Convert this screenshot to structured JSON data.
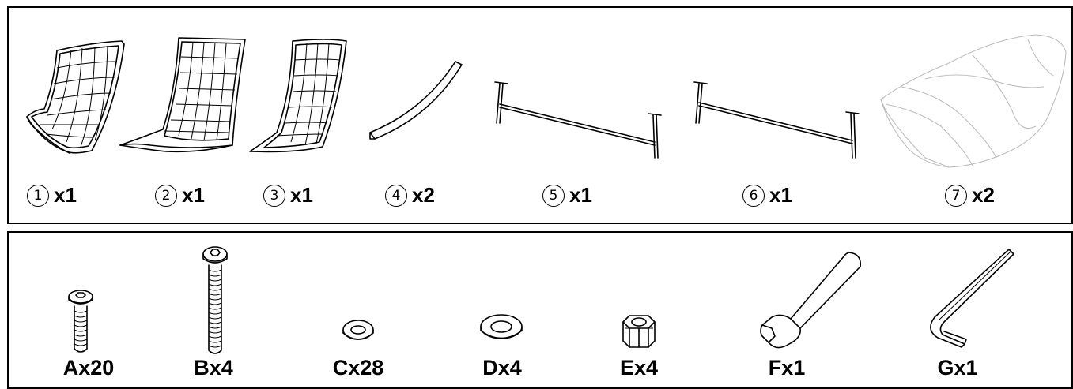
{
  "parts": [
    {
      "id": "part-1",
      "number": "1",
      "qty": "x1",
      "depicts": "seat-frame-left-icon"
    },
    {
      "id": "part-2",
      "number": "2",
      "qty": "x1",
      "depicts": "seat-frame-back-icon"
    },
    {
      "id": "part-3",
      "number": "3",
      "qty": "x1",
      "depicts": "seat-frame-right-icon"
    },
    {
      "id": "part-4",
      "number": "4",
      "qty": "x2",
      "depicts": "curved-rail-icon"
    },
    {
      "id": "part-5",
      "number": "5",
      "qty": "x1",
      "depicts": "crossbar-icon"
    },
    {
      "id": "part-6",
      "number": "6",
      "qty": "x1",
      "depicts": "crossbar-icon"
    },
    {
      "id": "part-7",
      "number": "7",
      "qty": "x2",
      "depicts": "cushion-bag-icon"
    }
  ],
  "hardware": [
    {
      "id": "hw-a",
      "label": "Ax20",
      "depicts": "short-screw-icon"
    },
    {
      "id": "hw-b",
      "label": "Bx4",
      "depicts": "long-screw-icon"
    },
    {
      "id": "hw-c",
      "label": "Cx28",
      "depicts": "small-washer-icon"
    },
    {
      "id": "hw-d",
      "label": "Dx4",
      "depicts": "large-washer-icon"
    },
    {
      "id": "hw-e",
      "label": "Ex4",
      "depicts": "lock-nut-icon"
    },
    {
      "id": "hw-f",
      "label": "Fx1",
      "depicts": "wrench-icon"
    },
    {
      "id": "hw-g",
      "label": "Gx1",
      "depicts": "hex-key-icon"
    }
  ]
}
